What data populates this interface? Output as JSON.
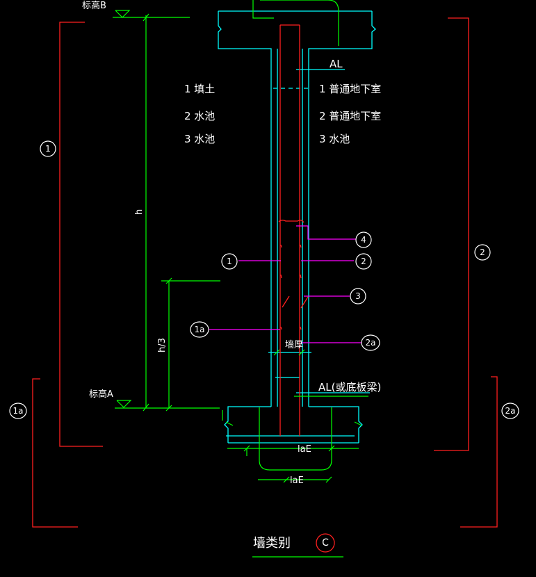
{
  "colors": {
    "background": "#000000",
    "outline": "#00ffff",
    "rebar": "#ff2020",
    "dimension": "#00ff00",
    "leader": "#ff00ff",
    "bracket": "#ff2020",
    "text": "#ffffff"
  },
  "elevation_b": "标高B",
  "elevation_a": "标高A",
  "dim_h": "h",
  "dim_h3": "h/3",
  "left_side_items": [
    "1 填土",
    "2 水池",
    "3 水池"
  ],
  "right_side_items": [
    "1 普通地下室",
    "2 普通地下室",
    "3 水池"
  ],
  "beam_top": "AL",
  "beam_bottom": "AL(或底板梁)",
  "wall_thickness": "墙厚",
  "anchor_1": "laE",
  "anchor_2": "laE",
  "wall_type_title": "墙类别",
  "wall_type_code": "C",
  "callouts": {
    "c4": "4",
    "c1": "1",
    "c2": "2",
    "c3": "3",
    "c1a": "1a",
    "c2a": "2a"
  },
  "brackets": {
    "left_1": "1",
    "right_2": "2",
    "left_1a": "1a",
    "right_2a": "2a"
  }
}
